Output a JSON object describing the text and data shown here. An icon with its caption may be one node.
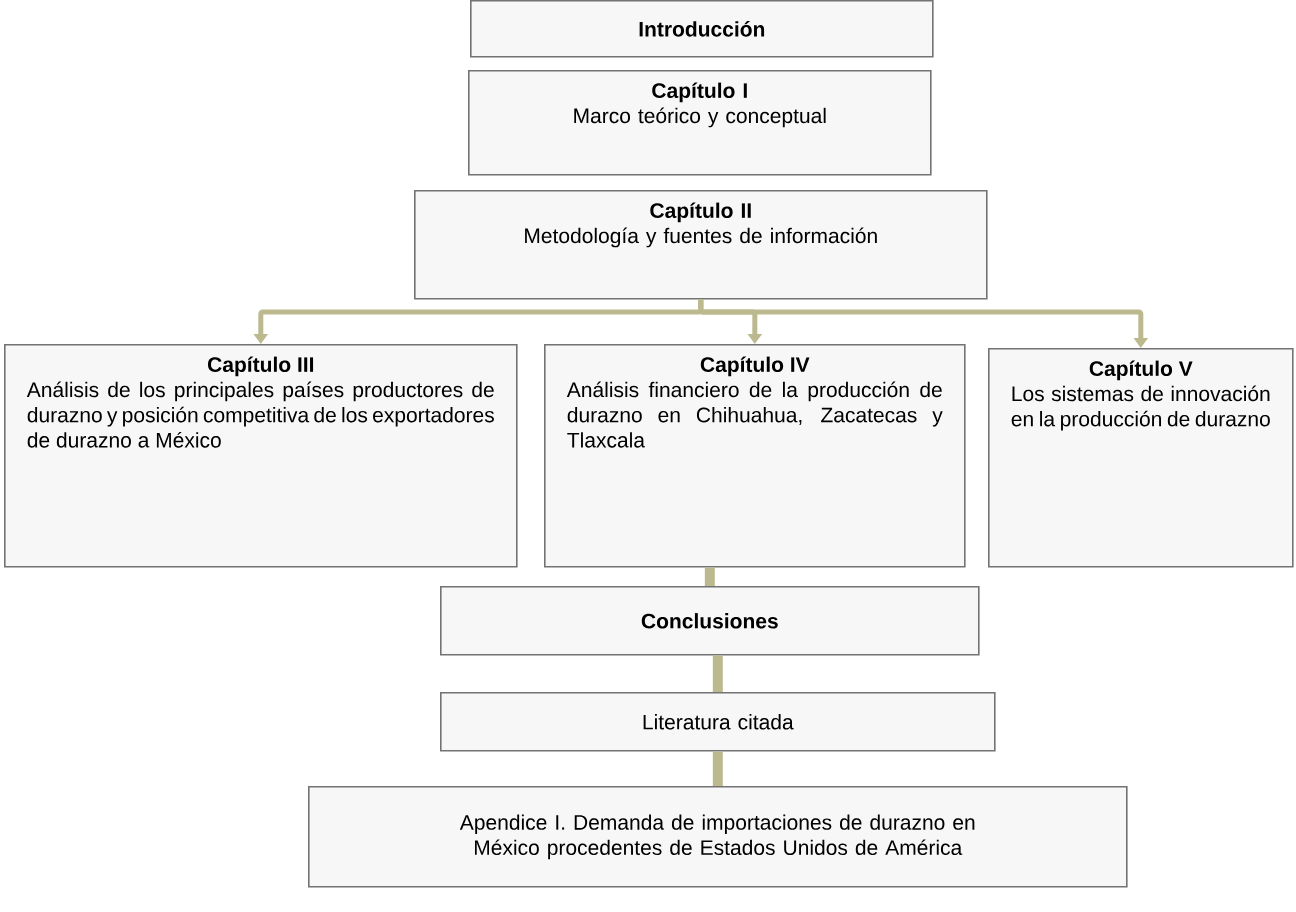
{
  "diagram": {
    "nodes": [
      {
        "text": [
          "Introducción"
        ]
      },
      {
        "text": [
          "Capítulo I",
          "Marco teórico y conceptual"
        ]
      },
      {
        "text": [
          "Capítulo II",
          "Metodología y fuentes de información"
        ]
      },
      {
        "text": [
          "Capítulo III",
          "Análisis de los principales países productores de durazno y posición competitiva de los exportadores de durazno a México"
        ]
      },
      {
        "text": [
          "Capítulo IV",
          "Análisis financiero de la producción de durazno en Chihuahua, Zacatecas y Tlaxcala"
        ]
      },
      {
        "text": [
          "Capítulo V",
          "Los sistemas de innovación en la producción de durazno"
        ]
      },
      {
        "text": [
          "Conclusiones"
        ]
      },
      {
        "text": [
          "Literatura citada"
        ]
      },
      {
        "text": [
          "Apendice I. Demanda de importaciones de durazno en México procedentes de Estados Unidos de América"
        ]
      }
    ],
    "edges": [
      {
        "from": 2,
        "to": 3,
        "arrow": "to"
      },
      {
        "from": 2,
        "to": 4,
        "arrow": "to"
      },
      {
        "from": 2,
        "to": 5,
        "arrow": "to"
      },
      {
        "from": 4,
        "to": 6,
        "arrow": "none",
        "style": "thick"
      },
      {
        "from": 6,
        "to": 7,
        "arrow": "none",
        "style": "thick"
      },
      {
        "from": 7,
        "to": 8,
        "arrow": "none",
        "style": "thick"
      }
    ]
  }
}
